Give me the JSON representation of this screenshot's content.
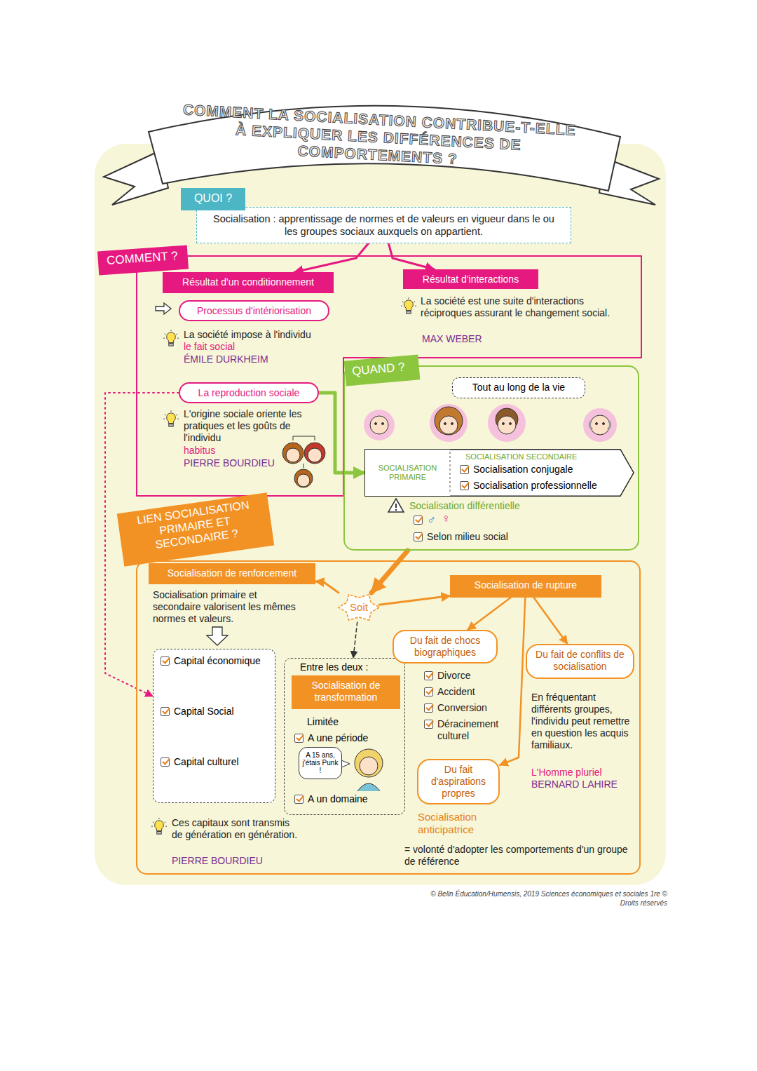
{
  "diagram": {
    "title": "COMMENT LA SOCIALISATION CONTRIBUE-T-ELLE À EXPLIQUER LES DIFFÉRENCES DE COMPORTEMENTS ?",
    "caption": "© Belin Éducation/Humensis, 2019 Sciences économiques et sociales 1re © Droits réservés",
    "nodes": [
      {
        "text": [
          "QUOI ?"
        ]
      },
      {
        "text": [
          "Socialisation : apprentissage de normes et de valeurs en vigueur dans le ou les groupes sociaux auxquels on appartient."
        ]
      },
      {
        "text": [
          "COMMENT ?"
        ]
      },
      {
        "text": [
          "Résultat d'un conditionnement"
        ],
        "in": 2
      },
      {
        "text": [
          "Processus d'intériorisation"
        ],
        "in": 2
      },
      {
        "text": [
          "La reproduction sociale"
        ],
        "in": 2
      },
      {
        "text": [
          "Résultat d'interactions"
        ],
        "in": 2
      },
      {
        "text": [
          "QUAND ?"
        ]
      },
      {
        "text": [
          "Tout au long de la vie"
        ],
        "in": 7
      },
      {
        "text": [
          "SOCIALISATION PRIMAIRE"
        ],
        "in": 7
      },
      {
        "text": [
          "SOCIALISATION SECONDAIRE",
          "Socialisation conjugale",
          "Socialisation professionnelle"
        ],
        "in": 7
      },
      {
        "text": [
          "LIEN SOCIALISATION PRIMAIRE ET SECONDAIRE ?"
        ]
      },
      {
        "text": [
          "Socialisation de renforcement"
        ],
        "in": 11
      },
      {
        "text": [
          "Soit"
        ],
        "in": 11
      },
      {
        "text": [
          "Socialisation de rupture"
        ],
        "in": 11
      },
      {
        "text": [
          "Capital économique",
          "Capital Social",
          "Capital culturel"
        ],
        "in": 11
      },
      {
        "text": [
          "Entre les deux :",
          "Limitée",
          "A une période",
          "A un domaine"
        ],
        "in": 11
      },
      {
        "text": [
          "Socialisation de transformation"
        ],
        "in": 16
      },
      {
        "text": [
          "A 15 ans, j'étais Punk !"
        ],
        "in": 16
      },
      {
        "text": [
          "Du fait de chocs biographiques"
        ],
        "in": 11
      },
      {
        "text": [
          "Du fait de conflits de socialisation"
        ],
        "in": 11
      },
      {
        "text": [
          "Du fait d'aspirations propres"
        ],
        "in": 11
      }
    ],
    "edges": [
      {
        "from": 1,
        "to": 3,
        "arrow": "to"
      },
      {
        "from": 1,
        "to": 6,
        "arrow": "to"
      },
      {
        "from": 5,
        "to": 9,
        "arrow": "to"
      },
      {
        "from": 5,
        "to": 15,
        "arrow": "to"
      },
      {
        "from": 7,
        "to": 13,
        "arrow": "to"
      },
      {
        "from": 13,
        "to": 12,
        "arrow": "to"
      },
      {
        "from": 13,
        "to": 14,
        "arrow": "to"
      },
      {
        "from": 13,
        "to": 16,
        "arrow": "to"
      },
      {
        "from": 14,
        "to": 19,
        "arrow": "to"
      },
      {
        "from": 14,
        "to": 20,
        "arrow": "to"
      },
      {
        "from": 14,
        "to": 21,
        "arrow": "to"
      }
    ],
    "labels": [
      "La société impose à l'individu",
      "le fait social",
      "ÉMILE DURKHEIM",
      "La société est une suite d'interactions réciproques assurant le changement social.",
      "MAX WEBER",
      "L'origine sociale oriente les pratiques et les goûts de l'individu",
      "habitus",
      "PIERRE BOURDIEU",
      "Socialisation différentielle",
      "♂",
      "♀",
      "Selon milieu social",
      "Socialisation primaire et secondaire valorisent les mêmes normes et valeurs.",
      "Ces capitaux sont transmis de génération en génération.",
      "PIERRE BOURDIEU",
      "Divorce",
      "Accident",
      "Conversion",
      "Déracinement culturel",
      "Socialisation anticipatrice",
      "= volonté d'adopter les comportements d'un groupe de référence",
      "En fréquentant différents groupes, l'individu peut remettre en question les acquis familiaux.",
      "L'Homme pluriel",
      "BERNARD LAHIRE"
    ]
  }
}
